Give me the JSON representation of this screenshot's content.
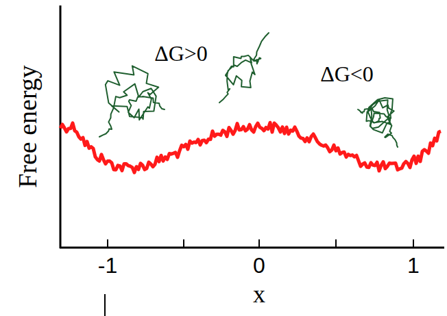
{
  "diagram": {
    "labels": [
      "Free energy",
      "ΔG>0",
      "ΔG<0",
      "-1",
      "0",
      "1",
      "x"
    ]
  }
}
